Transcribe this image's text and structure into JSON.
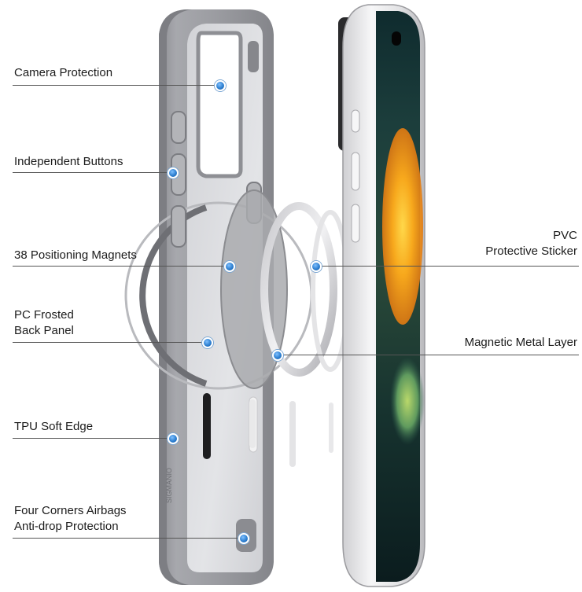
{
  "callouts": [
    {
      "id": "camera-protection",
      "lines": [
        "Camera Protection"
      ]
    },
    {
      "id": "independent-buttons",
      "lines": [
        "Independent Buttons"
      ]
    },
    {
      "id": "positioning-magnets",
      "lines": [
        "38 Positioning Magnets"
      ]
    },
    {
      "id": "pc-frosted-back-panel",
      "lines": [
        "PC Frosted",
        "Back Panel"
      ]
    },
    {
      "id": "tpu-soft-edge",
      "lines": [
        "TPU Soft Edge"
      ]
    },
    {
      "id": "four-corners-airbags",
      "lines": [
        "Four Corners Airbags",
        "Anti-drop Protection"
      ]
    },
    {
      "id": "pvc-protective-sticker",
      "lines": [
        "PVC",
        "Protective Sticker"
      ]
    },
    {
      "id": "magnetic-metal-layer",
      "lines": [
        "Magnetic Metal Layer"
      ]
    }
  ],
  "colors": {
    "case_frame": "#9d9ea3",
    "case_panel": "#dcdde1",
    "callout_dot": "#2d7fd0",
    "callout_line": "#555555",
    "phone_frame": "#e6e6e8",
    "screen_accent": "#f2a11a"
  }
}
